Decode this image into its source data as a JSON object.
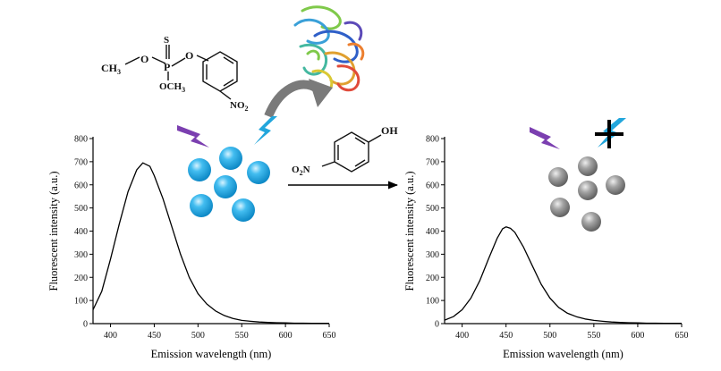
{
  "chemistry": {
    "pesticide": {
      "s_atom": "S",
      "p_atom": "P",
      "o_left": "O",
      "o_right": "O",
      "o_lower": "O",
      "ch3_left": "CH",
      "ch3_left_sub": "3",
      "och3": "OCH",
      "och3_sub": "3",
      "no2": "NO",
      "no2_sub": "2"
    },
    "product": {
      "oh": "OH",
      "o2n_o": "O",
      "o2n_sub": "2",
      "o2n_n": "N"
    }
  },
  "colors": {
    "dot_on": "#2aa8dc",
    "dot_off": "#8e8e8e",
    "excitation_bolt": "#7b3fb0",
    "emission_bolt": "#22a6dc",
    "curve_arrow": "#7a7a7a",
    "blocked_cross": "#000000"
  },
  "icons": [
    "enzyme-protein-icon",
    "excitation-bolt-icon",
    "emission-bolt-icon",
    "block-cross-icon",
    "quantum-dot-icon"
  ],
  "chart_data": [
    {
      "type": "line",
      "xlabel": "Emission wavelength (nm)",
      "ylabel": "Fluorescent intensity (a.u.)",
      "xlim": [
        380,
        650
      ],
      "ylim": [
        0,
        800
      ],
      "xticks": [
        400,
        450,
        500,
        550,
        600,
        650
      ],
      "yticks": [
        0,
        100,
        200,
        300,
        400,
        500,
        600,
        700,
        800
      ],
      "grid": false,
      "series": [
        {
          "x": [
            380,
            390,
            400,
            410,
            420,
            430,
            437,
            445,
            450,
            460,
            470,
            480,
            490,
            500,
            510,
            520,
            530,
            540,
            550,
            560,
            570,
            580,
            590,
            600,
            610,
            620,
            630,
            640,
            650
          ],
          "y": [
            60,
            140,
            280,
            430,
            570,
            665,
            695,
            680,
            640,
            540,
            420,
            300,
            200,
            130,
            85,
            55,
            35,
            22,
            14,
            10,
            7,
            5,
            4,
            3,
            2,
            2,
            1,
            1,
            1
          ]
        }
      ]
    },
    {
      "type": "line",
      "xlabel": "Emission wavelength (nm)",
      "ylabel": "Fluorescent intensity (a.u.)",
      "xlim": [
        380,
        650
      ],
      "ylim": [
        0,
        800
      ],
      "xticks": [
        400,
        450,
        500,
        550,
        600,
        650
      ],
      "yticks": [
        0,
        100,
        200,
        300,
        400,
        500,
        600,
        700,
        800
      ],
      "grid": false,
      "series": [
        {
          "x": [
            380,
            390,
            400,
            410,
            420,
            430,
            440,
            446,
            450,
            455,
            460,
            470,
            480,
            490,
            500,
            510,
            520,
            530,
            540,
            550,
            560,
            570,
            580,
            590,
            600,
            610,
            620,
            630,
            640,
            650
          ],
          "y": [
            15,
            30,
            60,
            110,
            185,
            280,
            370,
            410,
            418,
            412,
            395,
            330,
            250,
            170,
            110,
            70,
            45,
            30,
            20,
            14,
            10,
            7,
            5,
            4,
            3,
            2,
            2,
            1,
            1,
            1
          ]
        }
      ]
    }
  ]
}
